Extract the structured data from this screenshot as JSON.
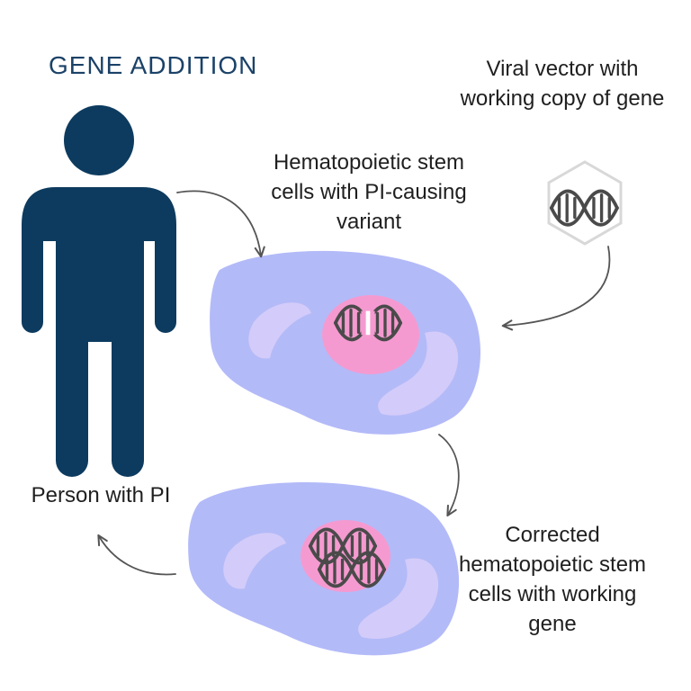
{
  "title": "GENE ADDITION",
  "labels": {
    "viral_vector": "Viral vector with working copy of gene",
    "hsc_variant": "Hematopoietic stem cells with PI-causing variant",
    "person": "Person with PI",
    "corrected": "Corrected hematopoietic stem cells with working gene"
  },
  "colors": {
    "title": "#1b4268",
    "person": "#0d3b5f",
    "cell_body": "#b3baf8",
    "cell_organelle": "#d3cbf9",
    "nucleus": "#f59ad0",
    "dna": "#4a4a4a",
    "vector_outline": "#d8d8d8",
    "arrow": "#555555"
  },
  "icons": [
    "person-icon",
    "dna-icon",
    "hexagon-icon",
    "cell-icon",
    "arrow-icon"
  ]
}
